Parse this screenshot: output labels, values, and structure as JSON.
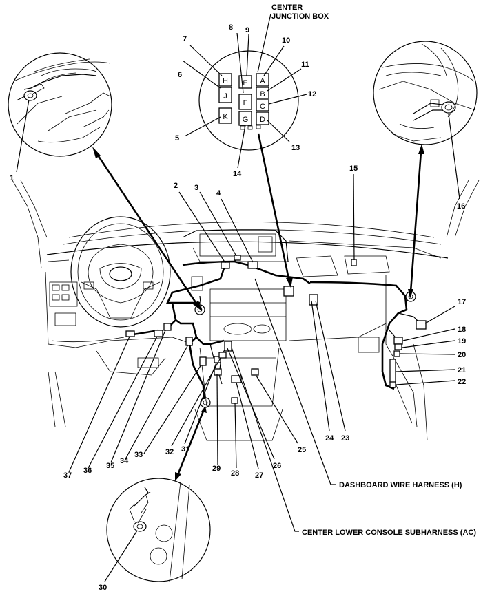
{
  "captions": {
    "center_junction_box_line1": "CENTER",
    "center_junction_box_line2": "JUNCTION BOX",
    "dashboard_wire_harness": "DASHBOARD WIRE HARNESS (H)",
    "center_lower_console_subharness": "CENTER LOWER CONSOLE SUBHARNESS (AC)"
  },
  "junction_box_letters": [
    "H",
    "E",
    "A",
    "J",
    "F",
    "B",
    "C",
    "K",
    "G",
    "D"
  ],
  "callouts": [
    "1",
    "2",
    "3",
    "4",
    "5",
    "6",
    "7",
    "8",
    "9",
    "10",
    "11",
    "12",
    "13",
    "14",
    "15",
    "16",
    "17",
    "18",
    "19",
    "20",
    "21",
    "22",
    "23",
    "24",
    "25",
    "26",
    "27",
    "28",
    "29",
    "30",
    "31",
    "32",
    "33",
    "34",
    "35",
    "36",
    "37"
  ]
}
